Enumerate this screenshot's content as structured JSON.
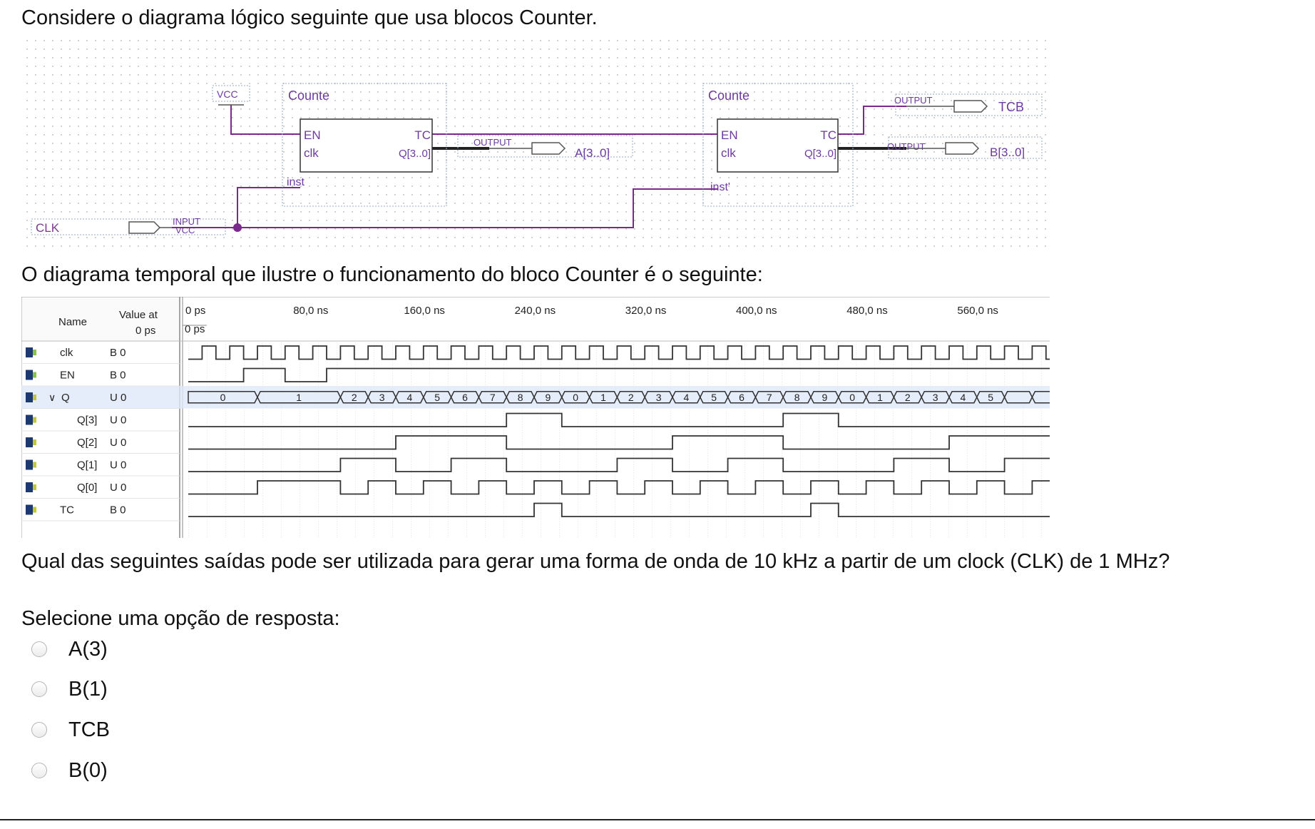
{
  "question": {
    "intro": "Considere o diagrama lógico seguinte que usa blocos Counter.",
    "timing_intro": "O diagrama temporal que ilustre o funcionamento do bloco Counter é o seguinte:",
    "prompt": "Qual das seguintes saídas pode ser utilizada para gerar uma forma de onda de 10 kHz a partir de um clock (CLK) de 1 MHz?",
    "select_label": "Selecione uma opção de resposta:"
  },
  "options": [
    {
      "label": "A(3)",
      "selected": false
    },
    {
      "label": "B(1)",
      "selected": false
    },
    {
      "label": "TCB",
      "selected": false
    },
    {
      "label": "B(0)",
      "selected": false
    }
  ],
  "schematic": {
    "vcc_top": "VCC",
    "vcc_bottom": "VCC",
    "clk_pin": "CLK",
    "input_label": "INPUT",
    "block1": {
      "title": "Counte",
      "en": "EN",
      "clk": "clk",
      "tc": "TC",
      "q": "Q[3..0]",
      "inst": "inst"
    },
    "block2": {
      "title": "Counte",
      "en": "EN",
      "clk": "clk",
      "tc": "TC",
      "q": "Q[3..0]",
      "inst": "inst'"
    },
    "out_label": "OUTPUT",
    "a_bus": "A[3..0]",
    "tcb": "TCB",
    "b_bus": "B[3..0]",
    "wire_color": "#7a2a8c",
    "grid_color": "#bcbcbc"
  },
  "timing": {
    "name_header": "Name",
    "value_header_1": "Value at",
    "value_header_2": "0 ps",
    "cursor_label": "0 ps",
    "time_labels": [
      "0 ps",
      "80,0 ns",
      "160,0 ns",
      "240,0 ns",
      "320,0 ns",
      "400,0 ns",
      "480,0 ns",
      "560,0 ns"
    ],
    "signals": [
      {
        "name": "clk",
        "value": "B 0",
        "kind": "in"
      },
      {
        "name": "EN",
        "value": "B 0",
        "kind": "in"
      },
      {
        "name": "Q",
        "value": "U 0",
        "kind": "bus",
        "expanded": true
      },
      {
        "name": "Q[3]",
        "value": "U 0",
        "kind": "out"
      },
      {
        "name": "Q[2]",
        "value": "U 0",
        "kind": "out"
      },
      {
        "name": "Q[1]",
        "value": "U 0",
        "kind": "out"
      },
      {
        "name": "Q[0]",
        "value": "U 0",
        "kind": "out"
      },
      {
        "name": "TC",
        "value": "B 0",
        "kind": "out"
      }
    ],
    "q_values": [
      "0",
      "1",
      "2",
      "3",
      "4",
      "5",
      "6",
      "7",
      "8",
      "9",
      "0",
      "1",
      "2",
      "3",
      "4",
      "5",
      "6",
      "7",
      "8",
      "9",
      "0",
      "1",
      "2",
      "3",
      "4",
      "5"
    ],
    "highlight_color": "#dde9f7"
  }
}
